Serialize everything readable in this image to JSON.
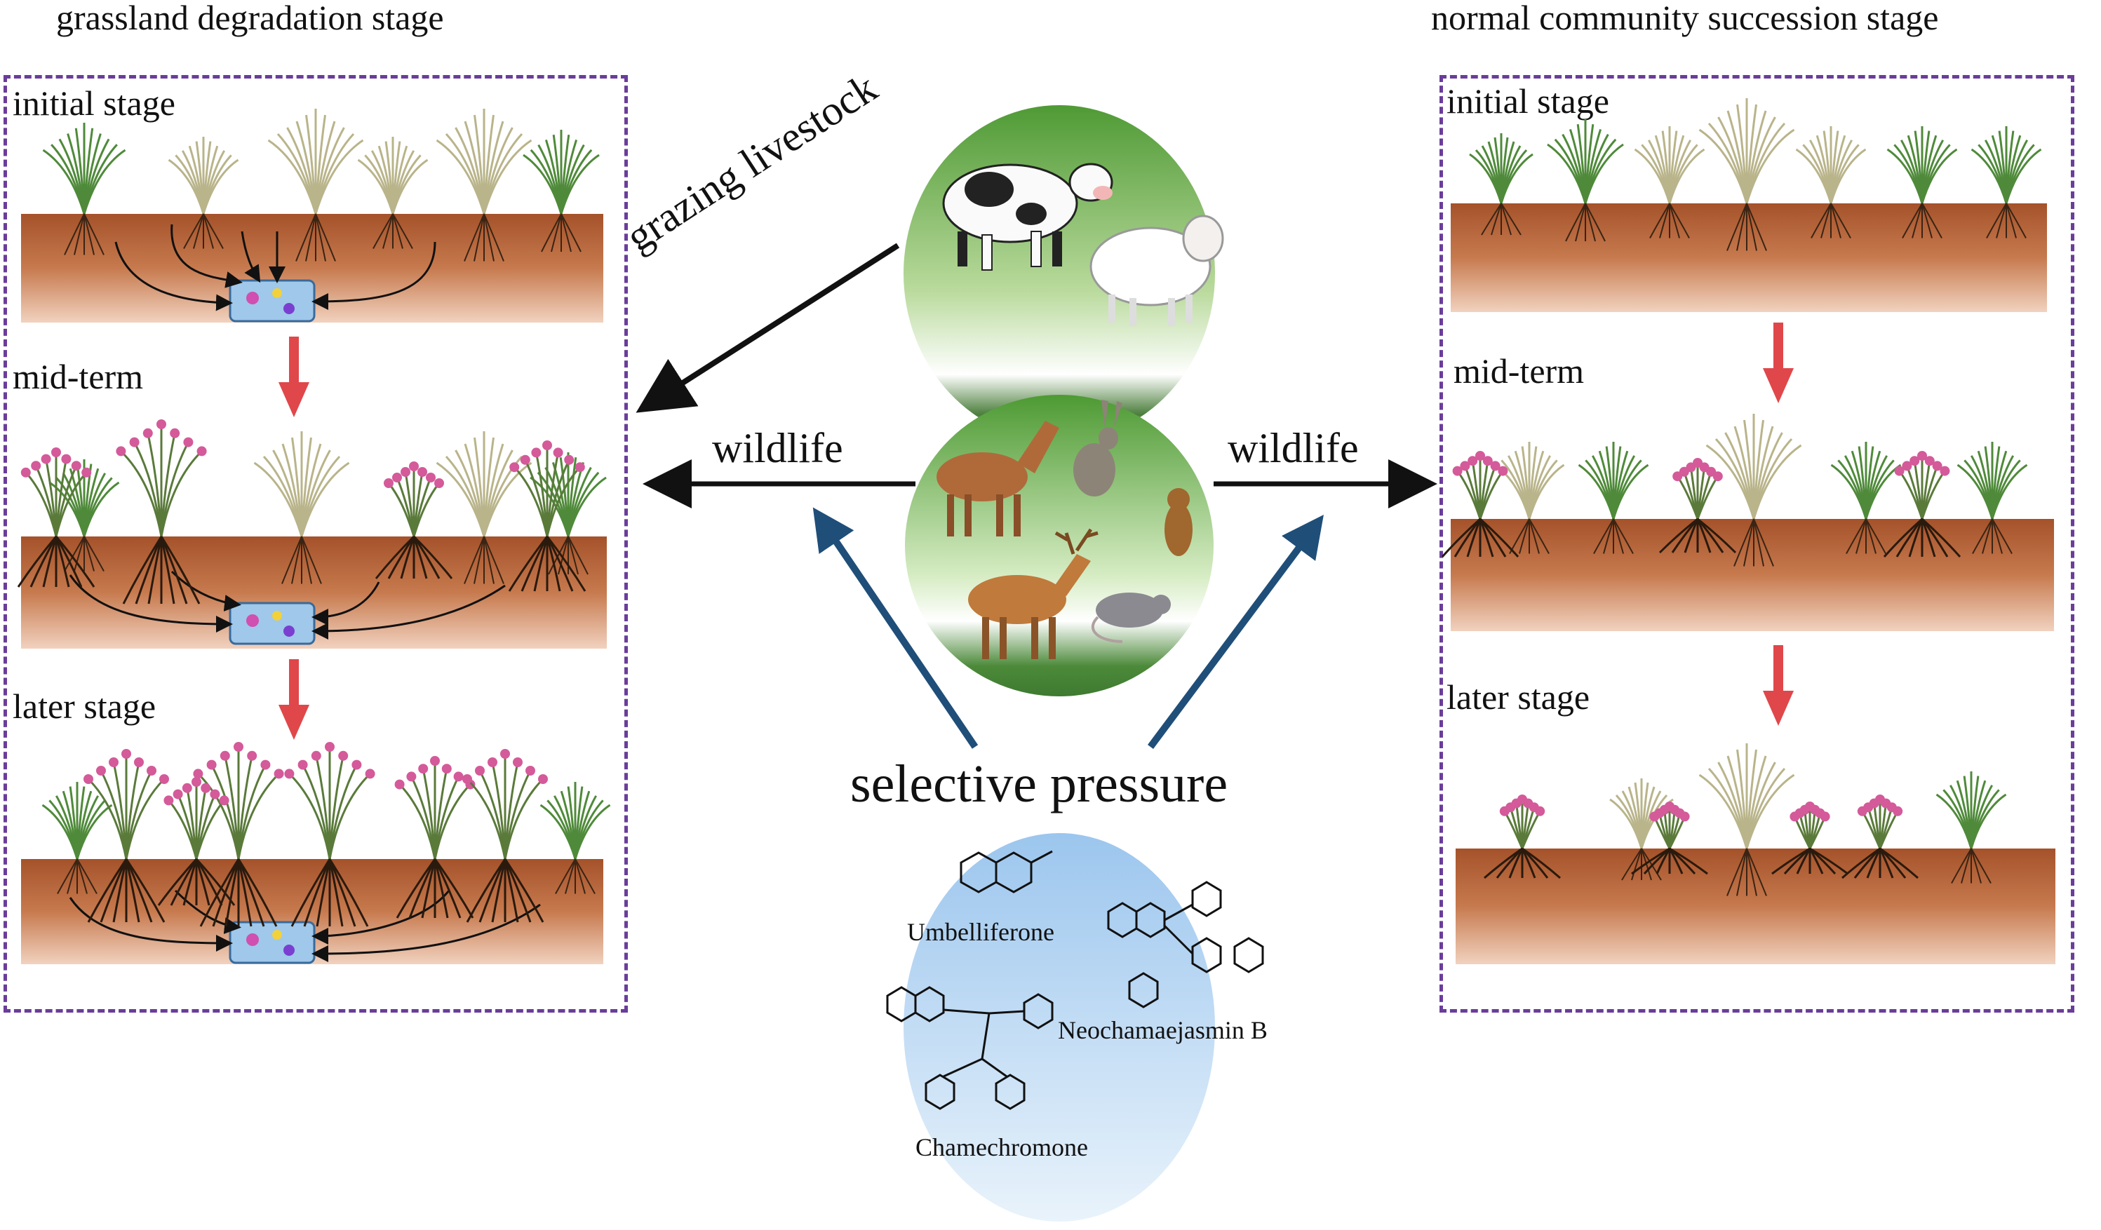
{
  "left_panel": {
    "title": "grassland degradation stage",
    "stages": [
      "initial stage",
      "mid-term",
      "later stage"
    ]
  },
  "right_panel": {
    "title": "normal community succession stage",
    "stages": [
      "initial stage",
      "mid-term",
      "later stage"
    ]
  },
  "center": {
    "grazing_label": "grazing livestock",
    "wildlife_left": "wildlife",
    "wildlife_right": "wildlife",
    "pressure_label": "selective pressure",
    "compounds": [
      "Umbelliferone",
      "Neochamaejasmin B",
      "Chamechromone"
    ]
  },
  "colors": {
    "panel_border": "#6a3d9a",
    "soil": "#b4653a",
    "down_arrow": "#e0474a",
    "pressure_arrow": "#1f4e79",
    "grass_green": "#4f8a3a",
    "circle_green": "#5aa640",
    "circle_blue": "#bcd8f2"
  }
}
